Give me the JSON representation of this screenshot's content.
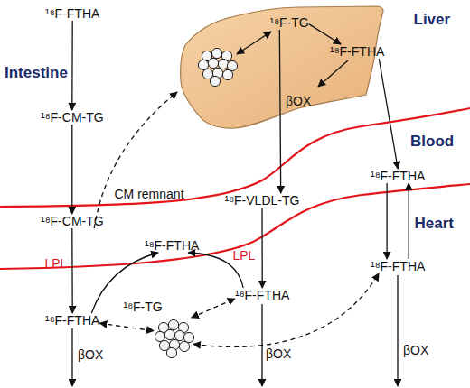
{
  "diagram": {
    "nodes": [
      {
        "text": [
          "¹⁸F-FTHA"
        ]
      },
      {
        "text": [
          "Liver"
        ]
      },
      {
        "text": [
          "¹⁸F-TG"
        ],
        "in": 1
      },
      {
        "text": [
          "¹⁸F-FTHA"
        ],
        "in": 1
      },
      {
        "text": [
          "¹⁸F-CM-TG"
        ]
      },
      {
        "text": [
          "¹⁸F-FTHA"
        ]
      },
      {
        "text": [
          "¹⁸F-VLDL-TG"
        ]
      },
      {
        "text": [
          "¹⁸F-CM-TG"
        ]
      },
      {
        "text": [
          "¹⁸F-FTHA"
        ]
      },
      {
        "text": [
          "¹⁸F-FTHA"
        ]
      },
      {
        "text": [
          "¹⁸F-FTHA"
        ]
      },
      {
        "text": [
          "¹⁸F-TG"
        ]
      },
      {
        "text": [
          "¹⁸F-FTHA"
        ]
      }
    ],
    "edges": [
      {
        "from": 0,
        "to": 4,
        "arrow": "to"
      },
      {
        "from": 4,
        "to": 7,
        "arrow": "to"
      },
      {
        "from": 7,
        "to": 12,
        "arrow": "to",
        "label": "LPL"
      },
      {
        "from": 7,
        "to": 1,
        "arrow": "to",
        "label": "CM remnant"
      },
      {
        "from": 2,
        "to": 3,
        "arrow": "to"
      },
      {
        "from": 2,
        "to": 6,
        "arrow": "to"
      },
      {
        "from": 3,
        "to": 5,
        "arrow": "to"
      },
      {
        "from": 5,
        "to": 9,
        "arrow": "to"
      },
      {
        "from": 9,
        "to": 5,
        "arrow": "to"
      },
      {
        "from": 6,
        "to": 10,
        "arrow": "to",
        "label": "LPL"
      },
      {
        "from": 12,
        "to": 8,
        "arrow": "to"
      },
      {
        "from": 10,
        "to": 8,
        "arrow": "to"
      },
      {
        "from": 12,
        "to": 11,
        "arrow": "both"
      },
      {
        "from": 11,
        "to": 10,
        "arrow": "both"
      },
      {
        "from": 11,
        "to": 9,
        "arrow": "both"
      }
    ],
    "labels": [
      "Intestine",
      "βOX",
      "Blood",
      "Heart",
      "βOX",
      "βOX",
      "βOX"
    ]
  }
}
